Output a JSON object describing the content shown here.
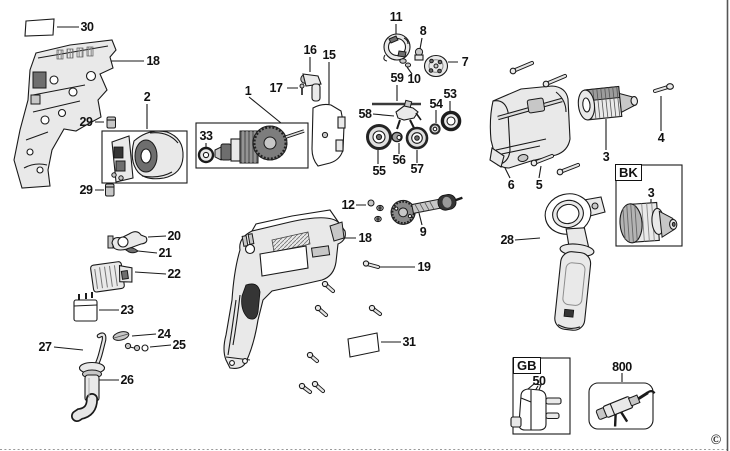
{
  "copyright": "©",
  "insets": {
    "bk": "BK",
    "gb": "GB"
  },
  "labels": [
    {
      "text": "30"
    },
    {
      "text": "18"
    },
    {
      "text": "2"
    },
    {
      "text": "29"
    },
    {
      "text": "29"
    },
    {
      "text": "33"
    },
    {
      "text": "1"
    },
    {
      "text": "16"
    },
    {
      "text": "15"
    },
    {
      "text": "17"
    },
    {
      "text": "11"
    },
    {
      "text": "8"
    },
    {
      "text": "7"
    },
    {
      "text": "59"
    },
    {
      "text": "10"
    },
    {
      "text": "58"
    },
    {
      "text": "55"
    },
    {
      "text": "56"
    },
    {
      "text": "57"
    },
    {
      "text": "54"
    },
    {
      "text": "53"
    },
    {
      "text": "6"
    },
    {
      "text": "5"
    },
    {
      "text": "3"
    },
    {
      "text": "4"
    },
    {
      "text": "12"
    },
    {
      "text": "9"
    },
    {
      "text": "18"
    },
    {
      "text": "19"
    },
    {
      "text": "28"
    },
    {
      "text": "31"
    },
    {
      "text": "20"
    },
    {
      "text": "21"
    },
    {
      "text": "22"
    },
    {
      "text": "23"
    },
    {
      "text": "24"
    },
    {
      "text": "25"
    },
    {
      "text": "27"
    },
    {
      "text": "26"
    },
    {
      "text": "3"
    },
    {
      "text": "50"
    },
    {
      "text": "800"
    }
  ]
}
